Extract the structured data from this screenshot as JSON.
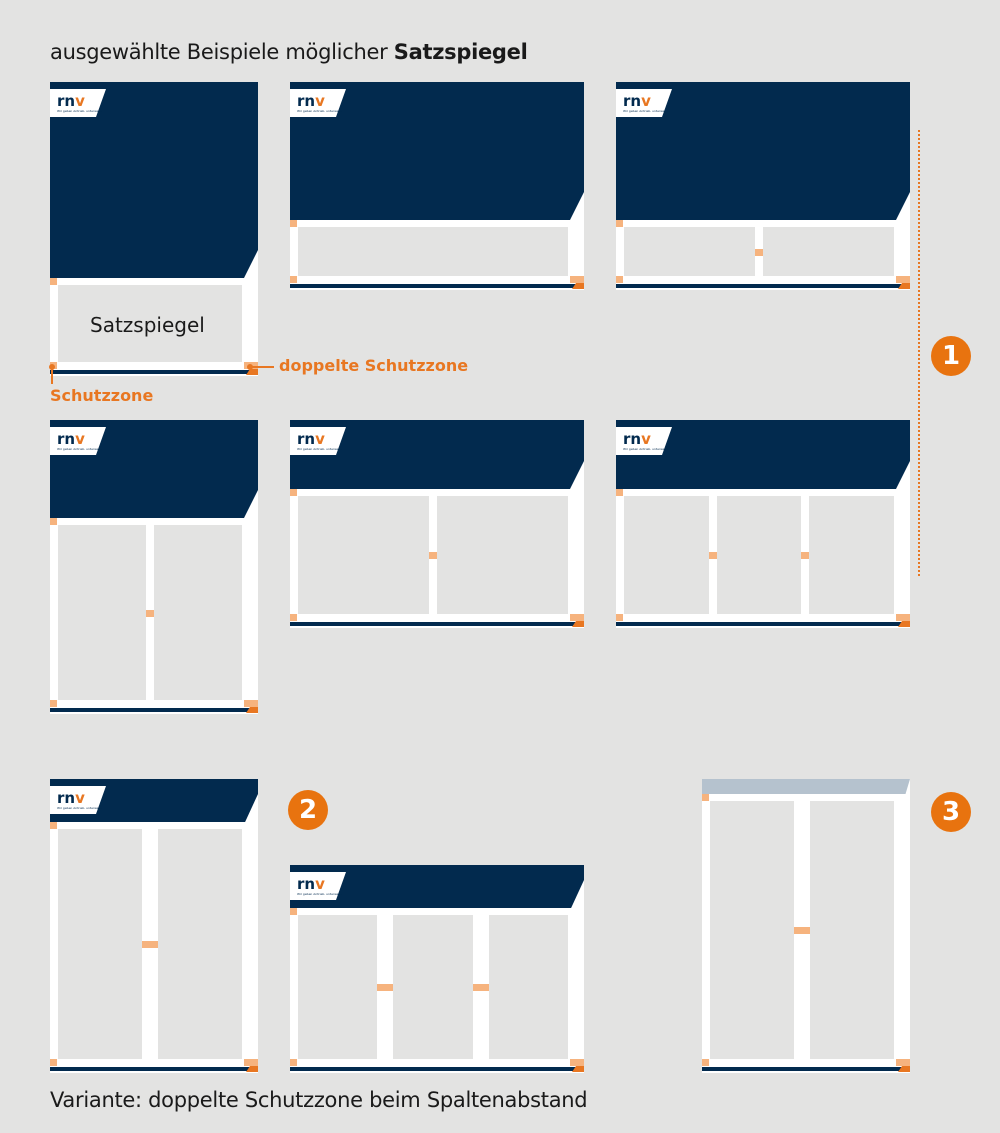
{
  "title": {
    "prefix": "ausgewählte Beispiele möglicher ",
    "bold": "Satzspiegel"
  },
  "footer": "Variante: doppelte Schutzzone beim Spaltenabstand",
  "labels": {
    "satzspiegel": "Satzspiegel",
    "schutzzone": "Schutzzone",
    "doppelte_schutzzone": "doppelte Schutzzone"
  },
  "badges": [
    "1",
    "2",
    "3"
  ],
  "logo": {
    "text": "rnv",
    "tagline": "Wir geben Antrieb. unterwegs"
  },
  "colors": {
    "navy": "#022a4e",
    "orange": "#e87722",
    "light_orange": "#f6b37e",
    "gray_banner": "#b5c2ce",
    "background": "#e3e3e2"
  },
  "icons": [
    "rnv-logo-icon"
  ]
}
